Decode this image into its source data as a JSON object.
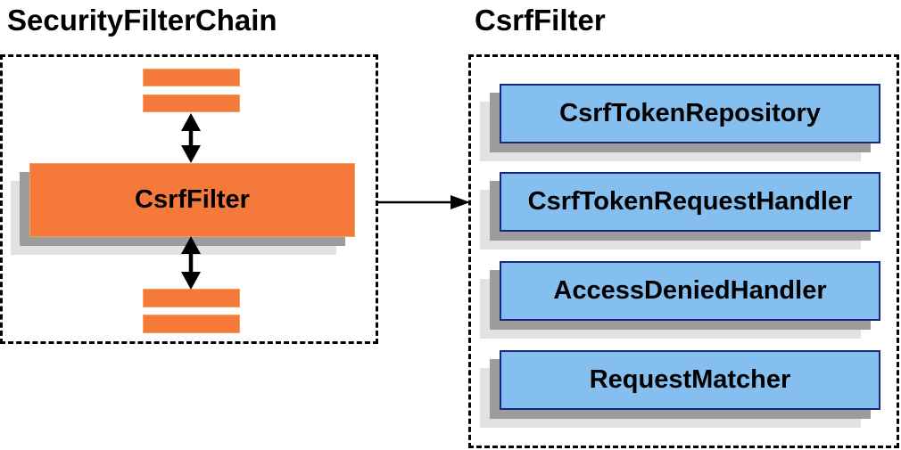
{
  "left_panel": {
    "title": "SecurityFilterChain",
    "filter_box": {
      "label": "CsrfFilter"
    }
  },
  "right_panel": {
    "title": "CsrfFilter",
    "components": [
      {
        "label": "CsrfTokenRepository"
      },
      {
        "label": "CsrfTokenRequestHandler"
      },
      {
        "label": "AccessDeniedHandler"
      },
      {
        "label": "RequestMatcher"
      }
    ]
  },
  "colors": {
    "filter_orange": "#F4793B",
    "orange_border": "#F79E57",
    "component_blue": "#85BFF0",
    "component_blue_border": "#17297E",
    "shadow_dark": "#9C9C9C",
    "shadow_light": "#E2E2E2",
    "dashed_border": "#000000",
    "arrow": "#000000",
    "text": "#000000"
  }
}
